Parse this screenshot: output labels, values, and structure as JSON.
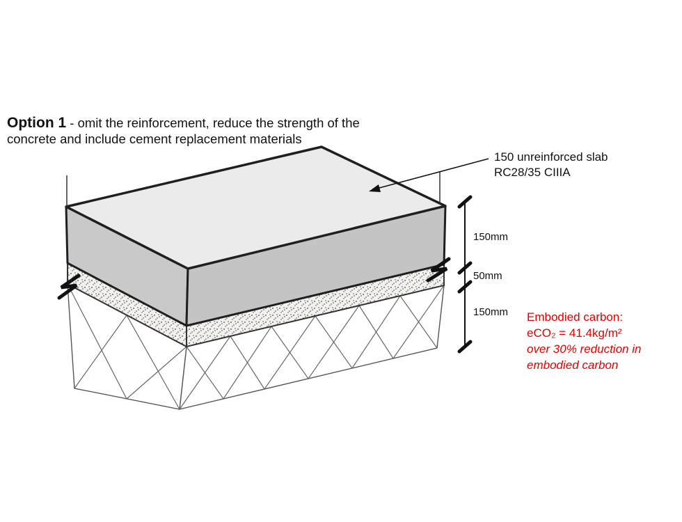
{
  "title": {
    "bold": "Option 1",
    "rest": " - omit the reinforcement, reduce the strength of the concrete and include cement replacement materials"
  },
  "annotation": {
    "line1": "150 unreinforced slab",
    "line2": "RC28/35 CIIIA"
  },
  "dimensions": {
    "top": "150mm",
    "middle": "50mm",
    "bottom": "150mm"
  },
  "embodied_carbon": {
    "line1": "Embodied carbon:",
    "line2": "eCO₂ = 41.4kg/m²",
    "line3": "over 30% reduction in",
    "line4": "embodied carbon",
    "color": "#e10000"
  },
  "colors": {
    "slab_top_face": "#ebebeb",
    "slab_side_face": "#c9c9c9",
    "outline": "#1f1f1f",
    "annotation_text": "#111111"
  }
}
